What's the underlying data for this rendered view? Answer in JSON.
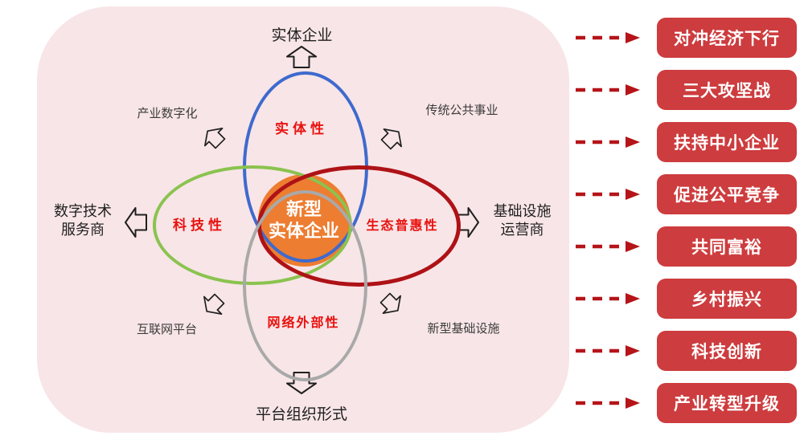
{
  "diagram": {
    "center_label": {
      "line1": "新型",
      "line2": "实体企业"
    },
    "traits": {
      "top": "实体性",
      "left": "科技性",
      "right": "生态普惠性",
      "bottom": "网络外部性"
    },
    "outer_labels": {
      "top": "实体企业",
      "top_left": "产业数字化",
      "top_right": "传统公共事业",
      "left_line1": "数字技术",
      "left_line2": "服务商",
      "right_line1": "基础设施",
      "right_line2": "运营商",
      "bottom_left": "互联网平台",
      "bottom_right": "新型基础设施",
      "bottom": "平台组织形式"
    },
    "colors": {
      "panel_bg": "#f8e5e7",
      "ellipse_entity": "#3e6ace",
      "ellipse_tech": "#8ac34f",
      "ellipse_eco": "#ae1216",
      "ellipse_network": "#a9a9a9",
      "center_fill": "#ed7d31",
      "trait_text": "#e8120f",
      "outcome_box_bg": "#cd3c3e",
      "outcome_box_text": "#ffffff",
      "dashed_arrow": "#b51418",
      "outline_arrow": "#1f1f1f"
    }
  },
  "outcomes": [
    "对冲经济下行",
    "三大攻坚战",
    "扶持中小企业",
    "促进公平竞争",
    "共同富裕",
    "乡村振兴",
    "科技创新",
    "产业转型升级"
  ]
}
